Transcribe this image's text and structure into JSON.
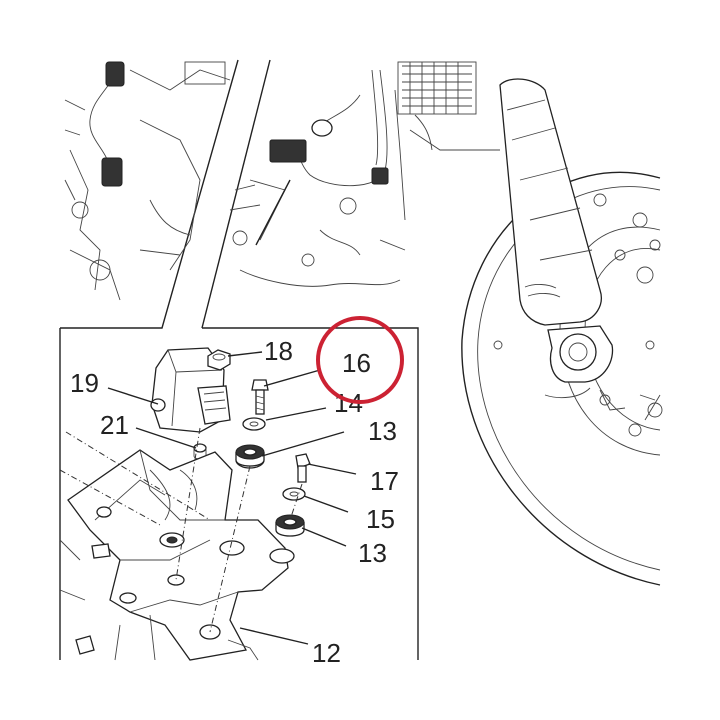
{
  "diagram": {
    "callouts": [
      {
        "id": "18",
        "text": "18"
      },
      {
        "id": "19",
        "text": "19"
      },
      {
        "id": "16",
        "text": "16"
      },
      {
        "id": "14",
        "text": "14"
      },
      {
        "id": "21",
        "text": "21"
      },
      {
        "id": "13a",
        "text": "13"
      },
      {
        "id": "17",
        "text": "17"
      },
      {
        "id": "15",
        "text": "15"
      },
      {
        "id": "13b",
        "text": "13"
      },
      {
        "id": "12",
        "text": "12"
      }
    ],
    "highlight_color": "#cc2233",
    "line_color": "#222222"
  }
}
